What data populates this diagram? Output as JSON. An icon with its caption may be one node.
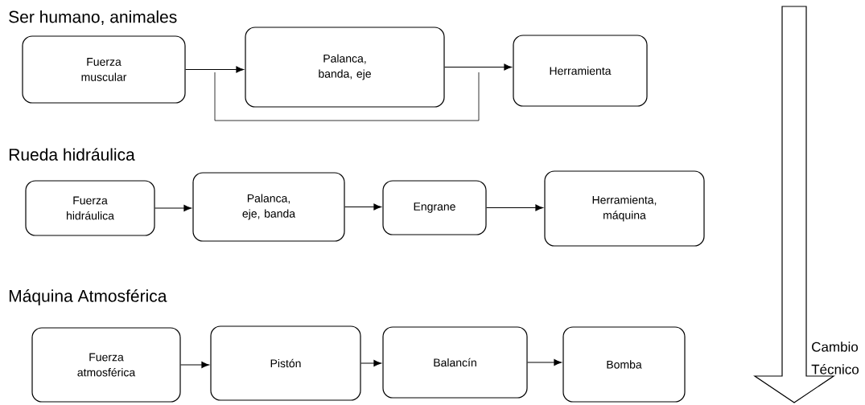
{
  "diagram": {
    "nodes": [
      {
        "text": [
          "Fuerza muscular"
        ]
      },
      {
        "text": [
          "Palanca, banda, eje"
        ]
      },
      {
        "text": [
          "Herramienta"
        ]
      },
      {
        "text": [
          "Fuerza hidráulica"
        ]
      },
      {
        "text": [
          "Palanca, eje, banda"
        ]
      },
      {
        "text": [
          "Engrane"
        ]
      },
      {
        "text": [
          "Herramienta, máquina"
        ]
      },
      {
        "text": [
          "Fuerza atmosférica"
        ]
      },
      {
        "text": [
          "Pistón"
        ]
      },
      {
        "text": [
          "Balancín"
        ]
      },
      {
        "text": [
          "Bomba"
        ]
      }
    ],
    "edges": [
      {
        "from": 0,
        "to": 1,
        "arrow": "to"
      },
      {
        "from": 1,
        "to": 2,
        "arrow": "to"
      },
      {
        "from": 3,
        "to": 4,
        "arrow": "to"
      },
      {
        "from": 4,
        "to": 5,
        "arrow": "to"
      },
      {
        "from": 5,
        "to": 6,
        "arrow": "to"
      },
      {
        "from": 7,
        "to": 8,
        "arrow": "to"
      },
      {
        "from": 8,
        "to": 9,
        "arrow": "to"
      },
      {
        "from": 9,
        "to": 10,
        "arrow": "to"
      }
    ],
    "labels": [
      "Ser humano, animales",
      "Rueda hidráulica",
      "Máquina Atmosférica",
      "Cambio Técnico"
    ]
  }
}
